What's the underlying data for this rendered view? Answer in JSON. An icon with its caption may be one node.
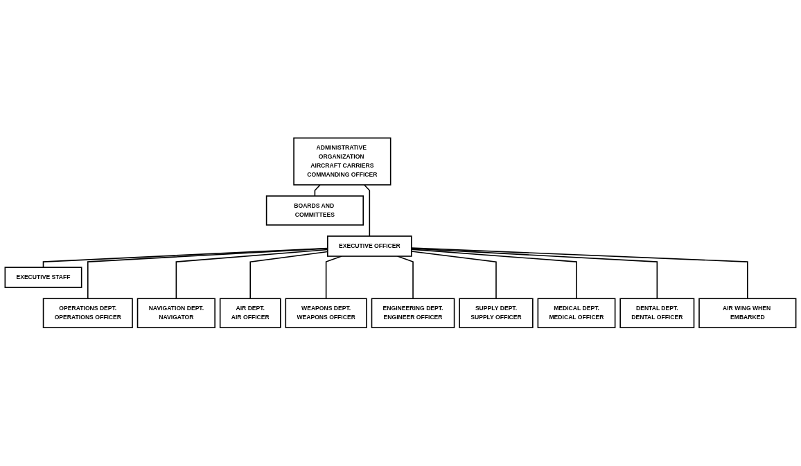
{
  "diagram": {
    "nodes": [
      {
        "text": [
          "ADMINISTRATIVE ORGANIZATION AIRCRAFT CARRIERS",
          "COMMANDING OFFICER"
        ]
      },
      {
        "text": [
          "BOARDS AND COMMITTEES"
        ]
      },
      {
        "text": [
          "EXECUTIVE OFFICER"
        ]
      },
      {
        "text": [
          "EXECUTIVE STAFF"
        ]
      },
      {
        "text": [
          "OPERATIONS DEPT.",
          "OPERATIONS OFFICER"
        ]
      },
      {
        "text": [
          "NAVIGATION DEPT.",
          "NAVIGATOR"
        ]
      },
      {
        "text": [
          "AIR DEPT.",
          "AIR OFFICER"
        ]
      },
      {
        "text": [
          "WEAPONS DEPT.",
          "WEAPONS OFFICER"
        ]
      },
      {
        "text": [
          "ENGINEERING DEPT.",
          "ENGINEER OFFICER"
        ]
      },
      {
        "text": [
          "SUPPLY DEPT.",
          "SUPPLY OFFICER"
        ]
      },
      {
        "text": [
          "MEDICAL DEPT.",
          "MEDICAL OFFICER"
        ]
      },
      {
        "text": [
          "DENTAL DEPT.",
          "DENTAL OFFICER"
        ]
      },
      {
        "text": [
          "AIR WING WHEN EMBARKED"
        ]
      }
    ],
    "edges": [
      {
        "from": 0,
        "to": 1,
        "arrow": "none"
      },
      {
        "from": 0,
        "to": 2,
        "arrow": "none"
      },
      {
        "from": 2,
        "to": 3,
        "arrow": "none"
      },
      {
        "from": 2,
        "to": 4,
        "arrow": "none"
      },
      {
        "from": 2,
        "to": 5,
        "arrow": "none"
      },
      {
        "from": 2,
        "to": 6,
        "arrow": "none"
      },
      {
        "from": 2,
        "to": 7,
        "arrow": "none"
      },
      {
        "from": 2,
        "to": 8,
        "arrow": "none"
      },
      {
        "from": 2,
        "to": 9,
        "arrow": "none"
      },
      {
        "from": 2,
        "to": 10,
        "arrow": "none"
      },
      {
        "from": 2,
        "to": 11,
        "arrow": "none"
      },
      {
        "from": 2,
        "to": 12,
        "arrow": "none"
      }
    ]
  }
}
